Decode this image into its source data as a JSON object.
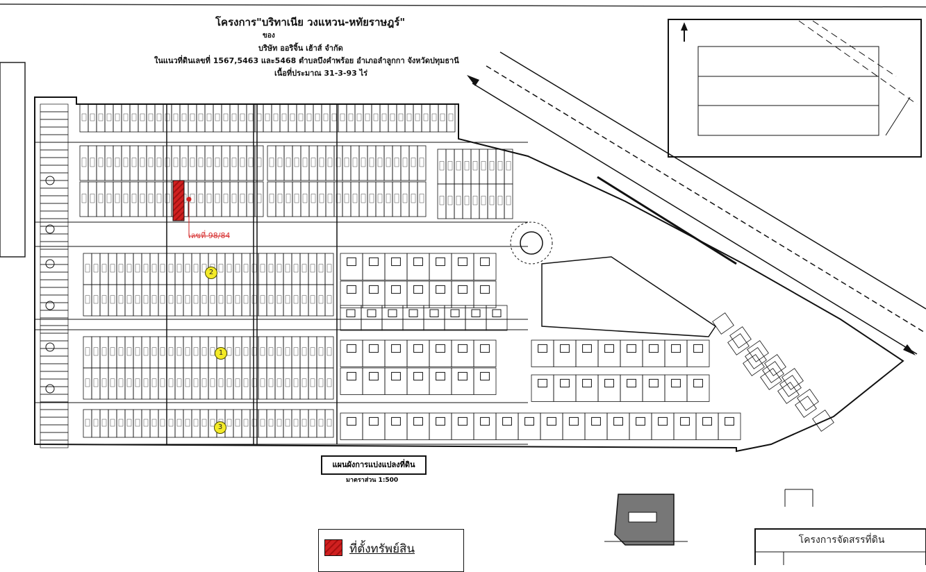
{
  "title": {
    "line1": "โครงการ\"บริทาเนีย วงแหวน-หทัยราษฎร์\"",
    "line2": "ของ",
    "line3": "บริษัท ออริจิ้น เฮ้าส์ จำกัด",
    "line4": "ในแนวที่ดินเลขที่ 1567,5463 และ5468 ตำบลบึงคำพร้อย อำเภอลำลูกกา จังหวัดปทุมธานี",
    "line5": "เนื้อที่ประมาณ 31-3-93 ไร่"
  },
  "plan_label": "แผนผังการแบ่งแปลงที่ดิน",
  "scale_label": "มาตราส่วน 1:500",
  "subject_label": "เลขที่ 98/84",
  "legend": {
    "label": "ที่ตั้งทรัพย์สิน",
    "color": "#d02020"
  },
  "markers": [
    {
      "number": "1",
      "color": "#f3ea28"
    },
    {
      "number": "2",
      "color": "#f3ea28"
    },
    {
      "number": "3",
      "color": "#f3ea28"
    }
  ],
  "title_block_heading": "โครงการจัดสรรที่ดิน",
  "colors": {
    "subject_red": "#d02020",
    "marker_yellow": "#f3ea28",
    "line": "#111111"
  }
}
